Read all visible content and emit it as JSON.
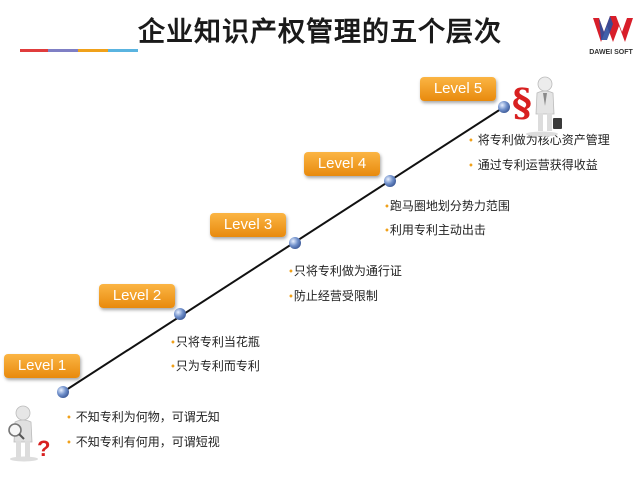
{
  "title": "企业知识产权管理的五个层次",
  "logo": {
    "text": "DAWEI SOFT"
  },
  "colors": {
    "badge": "#f39c1a",
    "line": "#111111",
    "dot": "#6f8fca",
    "deco": [
      "#e03c3c",
      "#7f7fc4",
      "#f0a11a",
      "#5ab4e0"
    ]
  },
  "levels": [
    {
      "label": "Level 1",
      "items": [
        "不知专利为何物，可谓无知",
        "不知专利有何用，可谓短视"
      ]
    },
    {
      "label": "Level 2",
      "items": [
        "只将专利当花瓶",
        "只为专利而专利"
      ]
    },
    {
      "label": "Level 3",
      "items": [
        "只将专利做为通行证",
        "防止经营受限制"
      ]
    },
    {
      "label": "Level 4",
      "items": [
        "跑马圈地划分势力范围",
        "利用专利主动出击"
      ]
    },
    {
      "label": "Level 5",
      "items": [
        "将专利做为核心资产管理",
        "通过专利运营获得收益"
      ]
    }
  ],
  "icons": {
    "bottom": "magnifier-question-figure-icon",
    "top": "patent-section-figure-icon"
  },
  "bullet_char": "•"
}
